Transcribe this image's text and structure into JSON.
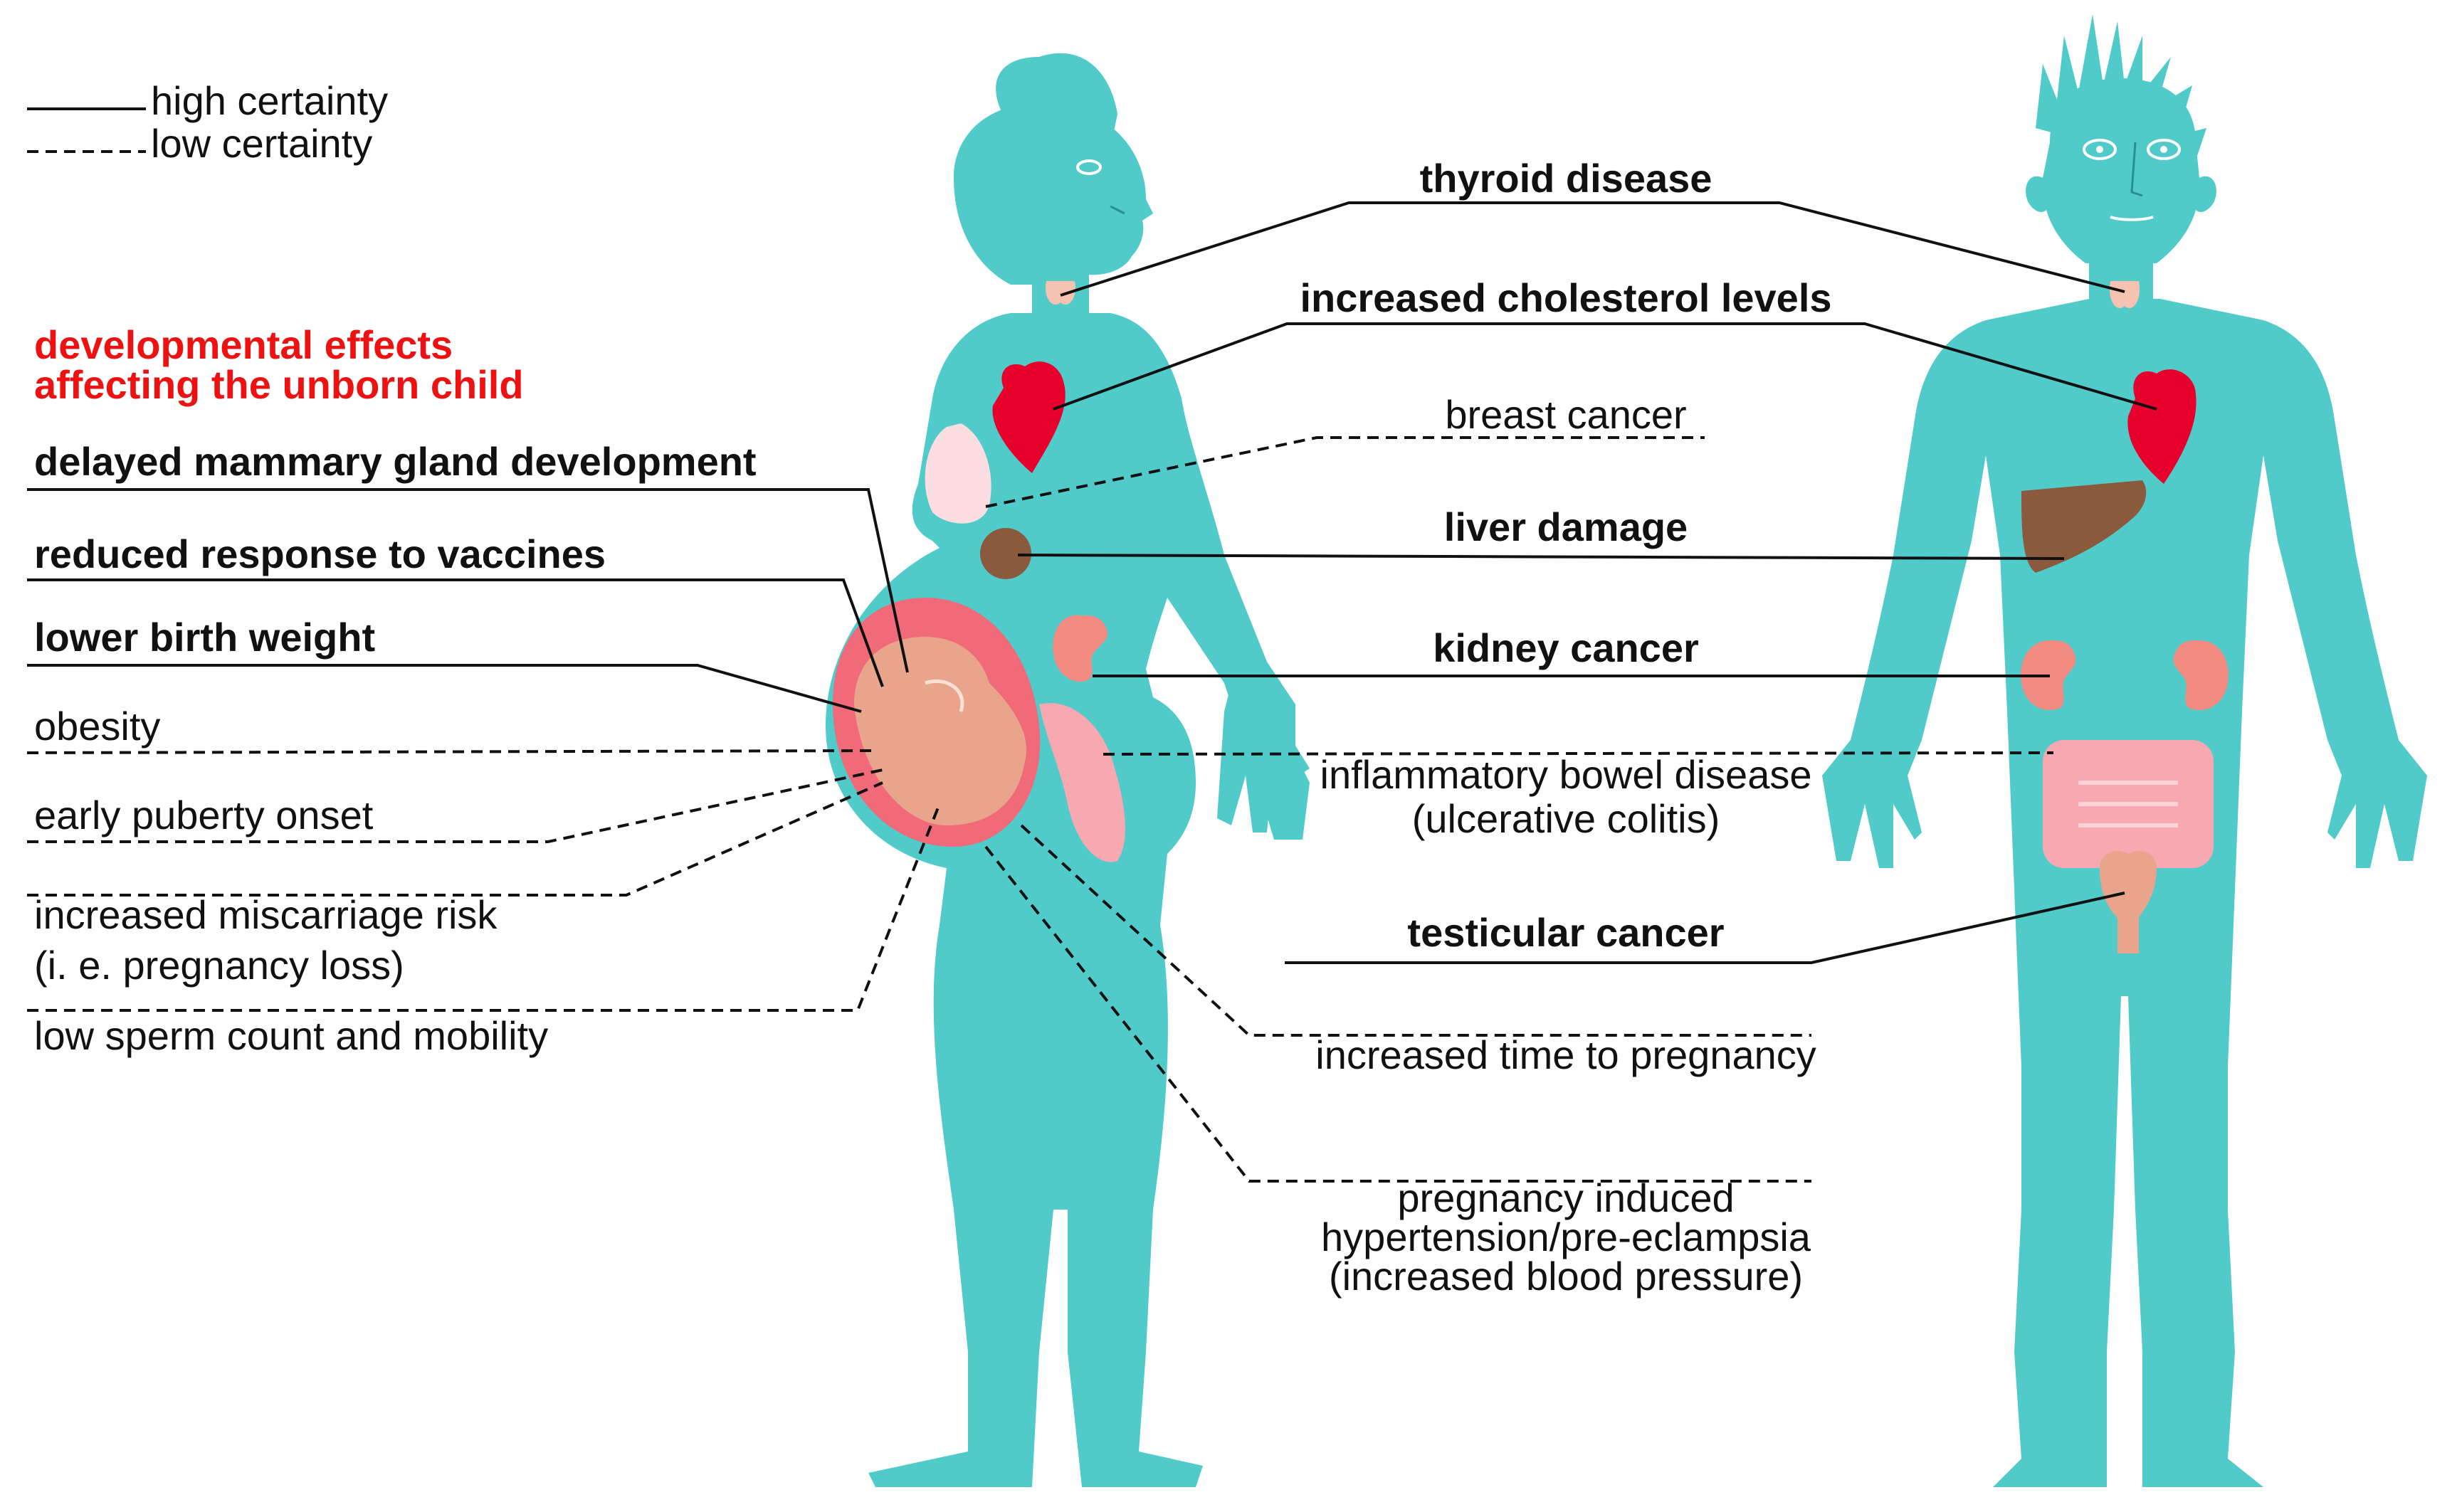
{
  "legend": {
    "high_certainty": "high certainty",
    "low_certainty": "low certainty"
  },
  "developmental": {
    "line1": "developmental effects",
    "line2": "affecting the unborn child"
  },
  "left_labels": {
    "mammary": "delayed mammary gland development",
    "vaccines": "reduced response to vaccines",
    "birth_weight": "lower birth weight",
    "obesity": "obesity",
    "puberty": "early puberty onset",
    "miscarriage_1": "increased miscarriage risk",
    "miscarriage_2": "(i. e. pregnancy loss)",
    "sperm": "low sperm count and mobility"
  },
  "center_labels": {
    "thyroid": "thyroid disease",
    "cholesterol": "increased cholesterol levels",
    "breast": "breast cancer",
    "liver": "liver damage",
    "kidney": "kidney cancer",
    "ibd_1": "inflammatory bowel disease",
    "ibd_2": "(ulcerative colitis)",
    "testicular": "testicular cancer",
    "time_pregnancy": "increased time to pregnancy",
    "hypertension_1": "pregnancy induced",
    "hypertension_2": "hypertension/pre-eclampsia",
    "hypertension_3": "(increased blood pressure)"
  },
  "colors": {
    "body": "#50cbc9",
    "heart": "#e8002d",
    "liver": "#8b5a3c",
    "kidney": "#f28b82",
    "intestine": "#f7a8b0",
    "breast": "#fcdde2",
    "uterus": "#f06a7a",
    "fetus": "#e8a58c",
    "label_red": "#ee1111"
  }
}
